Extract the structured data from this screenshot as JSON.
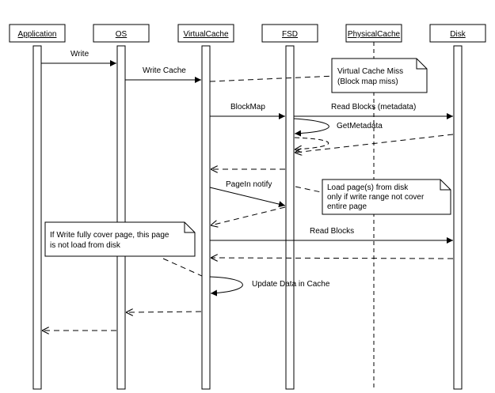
{
  "participants": [
    {
      "id": "app",
      "label": "Application"
    },
    {
      "id": "os",
      "label": "OS"
    },
    {
      "id": "vc",
      "label": "VirtualCache"
    },
    {
      "id": "fsd",
      "label": "FSD"
    },
    {
      "id": "pc",
      "label": "PhysicalCache"
    },
    {
      "id": "disk",
      "label": "Disk"
    }
  ],
  "messages": [
    {
      "id": "write",
      "label": "Write",
      "from": "app",
      "to": "os",
      "style": "solid"
    },
    {
      "id": "write-cache",
      "label": "Write Cache",
      "from": "os",
      "to": "vc",
      "style": "solid"
    },
    {
      "id": "blockmap",
      "label": "BlockMap",
      "from": "vc",
      "to": "fsd",
      "style": "solid"
    },
    {
      "id": "read-blocks-meta",
      "label": "Read Blocks (metadata)",
      "from": "fsd",
      "to": "disk",
      "style": "solid"
    },
    {
      "id": "get-metadata",
      "label": "GetMetadata",
      "from": "fsd",
      "to": "fsd",
      "style": "self"
    },
    {
      "id": "return-self",
      "label": "",
      "from": "fsd",
      "to": "fsd",
      "style": "self-dashed"
    },
    {
      "id": "return-disk-fsd",
      "label": "",
      "from": "disk",
      "to": "fsd",
      "style": "dashed"
    },
    {
      "id": "return-fsd-vc",
      "label": "",
      "from": "fsd",
      "to": "vc",
      "style": "dashed"
    },
    {
      "id": "pagein-notify",
      "label": "PageIn notify",
      "from": "vc",
      "to": "fsd",
      "style": "solid"
    },
    {
      "id": "return-fsd-vc-2",
      "label": "",
      "from": "fsd",
      "to": "vc",
      "style": "dashed"
    },
    {
      "id": "read-blocks",
      "label": "Read Blocks",
      "from": "vc",
      "to": "disk",
      "style": "solid"
    },
    {
      "id": "return-disk-vc",
      "label": "",
      "from": "disk",
      "to": "vc",
      "style": "dashed"
    },
    {
      "id": "update-data",
      "label": "Update Data in Cache",
      "from": "vc",
      "to": "vc",
      "style": "self"
    },
    {
      "id": "return-vc-os",
      "label": "",
      "from": "vc",
      "to": "os",
      "style": "dashed"
    },
    {
      "id": "return-os-app",
      "label": "",
      "from": "os",
      "to": "app",
      "style": "dashed"
    }
  ],
  "notes": [
    {
      "id": "note-virtual-cache-miss",
      "lines": [
        "Virtual Cache Miss",
        "(Block map miss)"
      ]
    },
    {
      "id": "note-load-pages",
      "lines": [
        "Load page(s) from disk",
        "only if write range not cover",
        "entire page"
      ]
    },
    {
      "id": "note-write-fully",
      "lines": [
        "If Write fully cover page, this page",
        "is not load from disk"
      ]
    }
  ],
  "colors": {
    "line": "#000000",
    "box_fill": "#ffffff",
    "background": "#ffffff"
  }
}
